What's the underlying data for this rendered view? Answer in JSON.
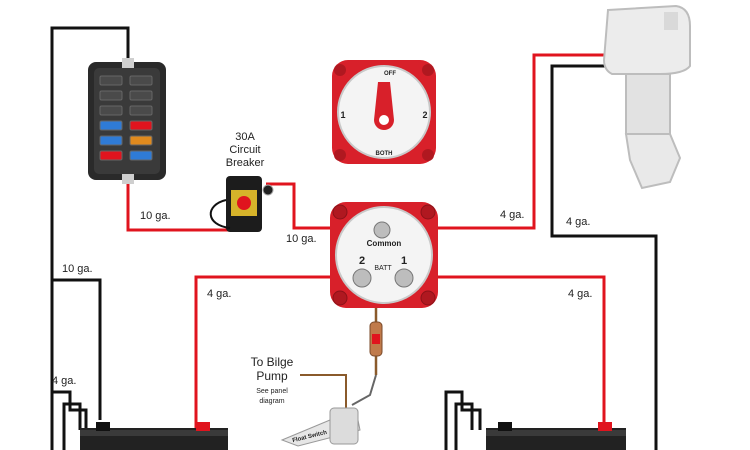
{
  "labels": {
    "breaker_amps": "30A",
    "breaker_line1": "Circuit",
    "breaker_line2": "Breaker",
    "wire_fuse_to_breaker": "10 ga.",
    "wire_breaker_to_switch": "10 ga.",
    "wire_fuse_ground": "10 ga.",
    "wire_switch_to_motor": "4 ga.",
    "wire_motor_ground": "4 ga.",
    "wire_batt2_pos": "4 ga.",
    "wire_batt1_pos": "4 ga.",
    "wire_batt2_ground": "4 ga.",
    "switch_common": "Common",
    "switch_batt": "BATT",
    "switch_terminal_2": "2",
    "switch_terminal_1": "1",
    "top_switch_off": "OFF",
    "top_switch_both": "BOTH",
    "top_switch_1": "1",
    "top_switch_2": "2",
    "bilge_title_1": "To Bilge",
    "bilge_title_2": "Pump",
    "bilge_note_1": "See panel",
    "bilge_note_2": "diagram",
    "float_switch": "Float Switch"
  },
  "colors": {
    "positive_wire": "#e0141e",
    "ground_wire": "#111111",
    "bilge_wire": "#8a5a2b",
    "switch_red": "#d8202a",
    "motor_gray": "#e9e9e9"
  }
}
